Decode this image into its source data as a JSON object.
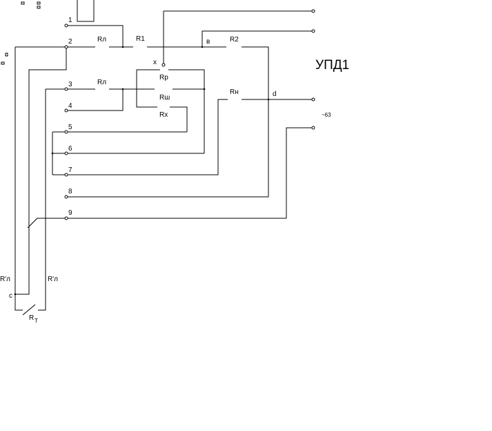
{
  "device_label": "УПД1",
  "voltage_label": "~63",
  "terminal_numbers": [
    "1",
    "2",
    "3",
    "4",
    "5",
    "6",
    "7",
    "8",
    "9"
  ],
  "resistors": {
    "rl_top": "Rл",
    "r1": "R1",
    "r2": "R2",
    "rl_mid": "Rл",
    "rp": "Rр",
    "rsh": "Rш",
    "rx": "Rх",
    "rn": "Rн",
    "rl_prime_left": "R'л",
    "rl_prime_right": "R'л",
    "rt_main": "R",
    "rt_sub": "T"
  },
  "nodes": {
    "x": "x",
    "v": "в",
    "d": "d",
    "c": "c"
  },
  "corner_marks": [
    "□",
    "□",
    "□",
    "□",
    "□"
  ]
}
